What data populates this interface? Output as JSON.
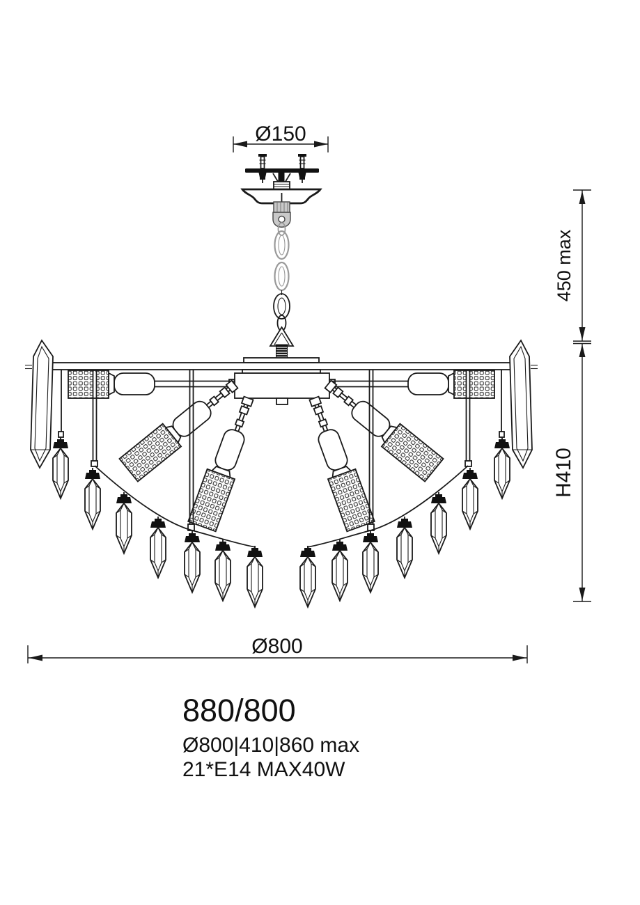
{
  "labels": {
    "dim_mount_diameter": "Ø150",
    "dim_suspension_max": "450 max",
    "dim_body_height": "H410",
    "dim_diameter": "Ø800"
  },
  "info": {
    "model": "880/800",
    "size_spec": "Ø800|410|860 max",
    "socket_spec": "21*E14 MAX40W"
  },
  "colors": {
    "line": "#1a1a1a",
    "chain_light": "#9a9a9a",
    "metal_gray": "#c9c9c9",
    "background": "#ffffff"
  }
}
